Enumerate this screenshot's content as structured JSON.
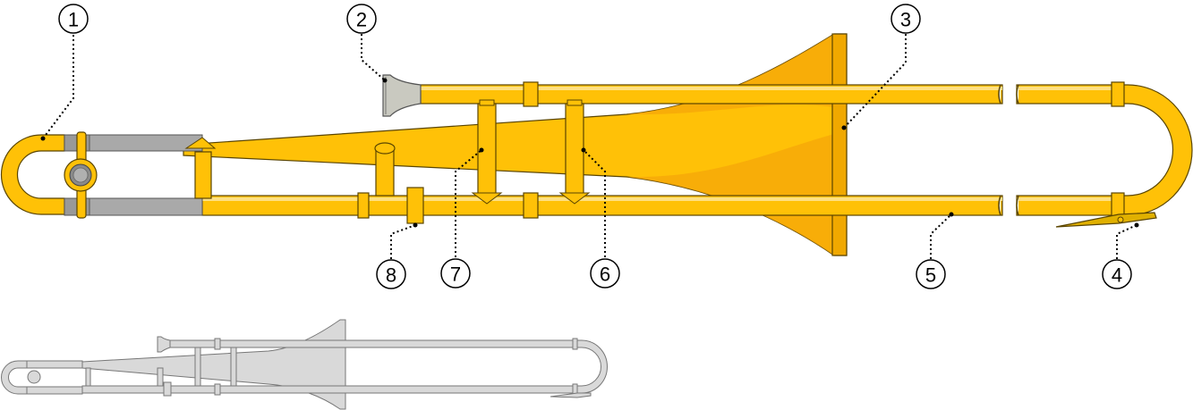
{
  "callouts": [
    {
      "id": 1,
      "label": "1"
    },
    {
      "id": 2,
      "label": "2"
    },
    {
      "id": 3,
      "label": "3"
    },
    {
      "id": 4,
      "label": "4"
    },
    {
      "id": 5,
      "label": "5"
    },
    {
      "id": 6,
      "label": "6"
    },
    {
      "id": 7,
      "label": "7"
    },
    {
      "id": 8,
      "label": "8"
    }
  ],
  "colors": {
    "brass": "#FFC107",
    "brass_dark": "#E6A100",
    "brass_shadow": "#F0A800",
    "bell_shade": "#F5A60A",
    "sleeve_gray": "#A9A9A9",
    "mouthpiece": "#C9C9C0",
    "outline": "#5A4500",
    "thumbnail_fill": "#D9D9D9",
    "thumbnail_stroke": "#777777"
  }
}
